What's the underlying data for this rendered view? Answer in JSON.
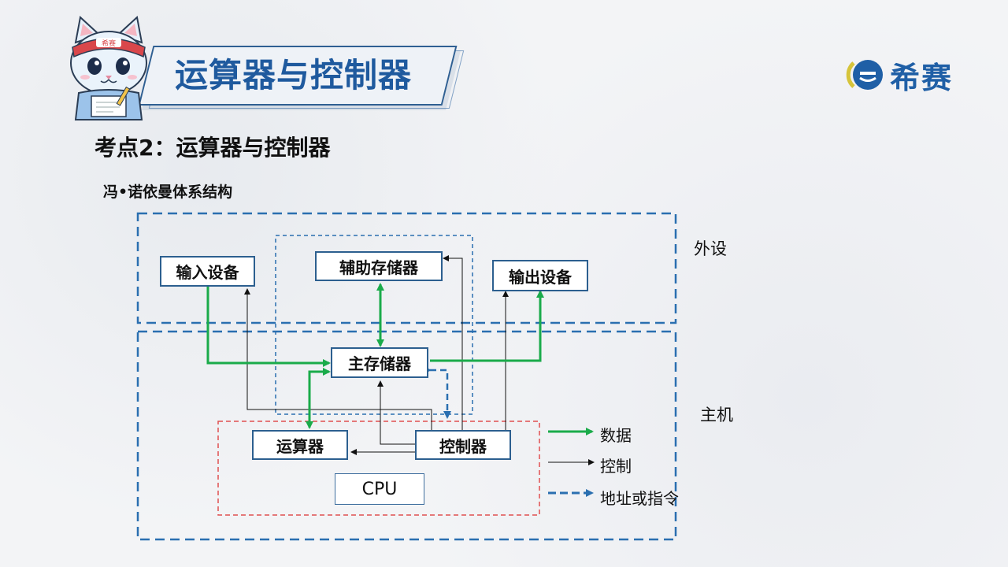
{
  "banner": {
    "title": "运算器与控制器"
  },
  "mascot": {
    "headband_text": "希赛"
  },
  "logo": {
    "text": "希赛",
    "icon": "xisai-logo-icon"
  },
  "heading": "考点2：运算器与控制器",
  "subheading": "冯•诺依曼体系结构",
  "regions": {
    "peripheral": "外设",
    "host": "主机"
  },
  "boxes": {
    "input": "输入设备",
    "aux_storage": "辅助存储器",
    "output": "输出设备",
    "main_memory": "主存储器",
    "alu": "运算器",
    "controller": "控制器",
    "cpu": "CPU"
  },
  "legend": {
    "data": "数据",
    "control": "控制",
    "address": "地址或指令"
  },
  "colors": {
    "data_line": "#1aab4a",
    "control_line": "#111111",
    "address_line": "#2a6fb0",
    "region_border": "#2a6fb0",
    "cpu_border": "#e05050",
    "title_blue": "#1f5a9e"
  }
}
